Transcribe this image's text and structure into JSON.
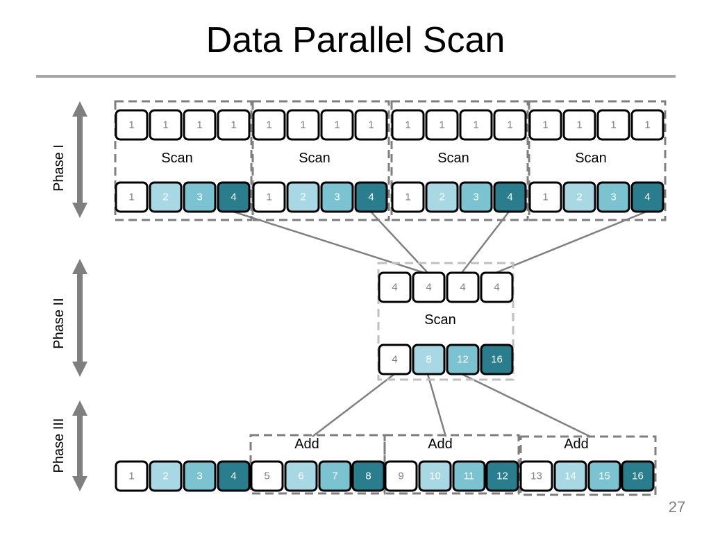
{
  "slide": {
    "title": "Data Parallel Scan",
    "page_number": "27"
  },
  "phases": [
    "Phase I",
    "Phase II",
    "Phase III"
  ],
  "phase1": {
    "input_values": [
      1,
      1,
      1,
      1
    ],
    "op_label": "Scan",
    "output_values": [
      1,
      2,
      3,
      4
    ]
  },
  "phase2": {
    "input_values": [
      4,
      4,
      4,
      4
    ],
    "op_label": "Scan",
    "output_values": [
      4,
      8,
      12,
      16
    ]
  },
  "phase3": {
    "op_label": "Add",
    "output_values": [
      1,
      2,
      3,
      4,
      5,
      6,
      7,
      8,
      9,
      10,
      11,
      12,
      13,
      14,
      15,
      16
    ]
  },
  "colors": {
    "shade_0": "#ffffff",
    "shade_1": "#a8d8e4",
    "shade_2": "#7cc3d1",
    "shade_3": "#2a7d8c",
    "cell_border": "#000000",
    "dashed_border": "#7f7f7f",
    "dashed_border_light": "#bfbfbf",
    "arrow": "#7f7f7f",
    "connector": "#808080",
    "dark_text": "#7f7f7f",
    "light_text": "#ffffff"
  }
}
